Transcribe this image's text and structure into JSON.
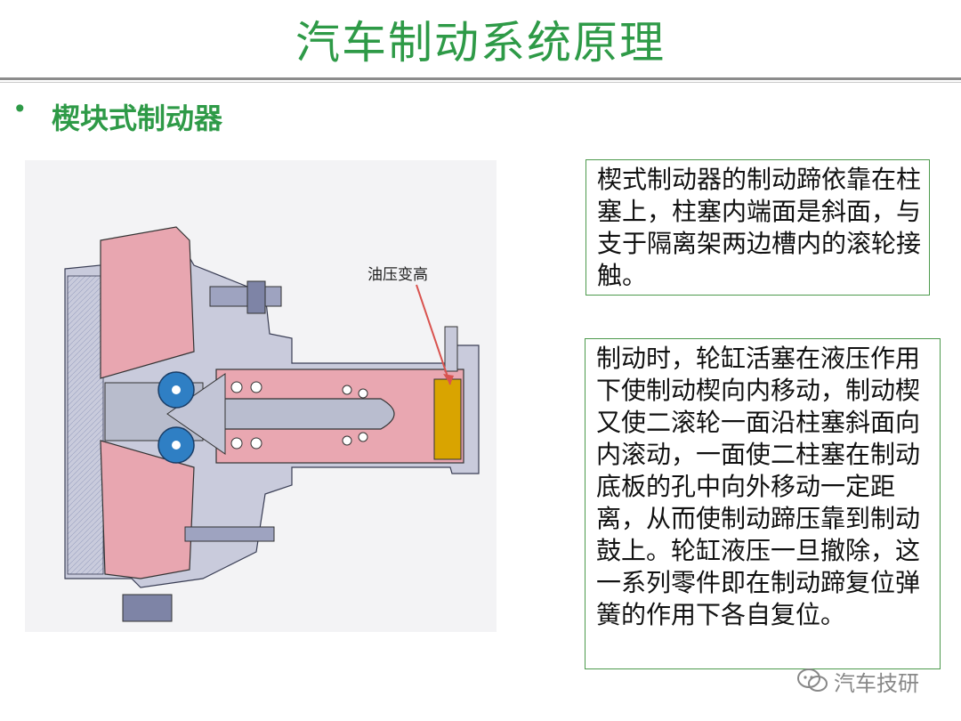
{
  "slide": {
    "title": "汽车制动系统原理",
    "bullet_symbol": "•",
    "subtitle": "楔块式制动器"
  },
  "diagram": {
    "annotation": "油压变高"
  },
  "text_box_1": {
    "text": "楔式制动器的制动蹄依靠在柱塞上，柱塞内端面是斜面，与支于隔离架两边槽内的滚轮接触。"
  },
  "text_box_2": {
    "text": "制动时，轮缸活塞在液压作用下使制动楔向内移动，制动楔又使二滚轮一面沿柱塞斜面向内滚动，一面使二柱塞在制动底板的孔中向外移动一定距离，从而使制动蹄压靠到制动鼓上。轮缸液压一旦撤除，这一系列零件即在制动蹄复位弹簧的作用下各自复位。"
  },
  "watermark": {
    "text": "汽车技研",
    "icon": "wechat-icon"
  },
  "colors": {
    "title_green": "#2e9a47",
    "shoe_pink": "#e8a6b0",
    "housing_gray": "#c7c9da",
    "roller_blue": "#2f7fc4",
    "piston_gold": "#d9a400",
    "arrow_red": "#d9534f"
  }
}
